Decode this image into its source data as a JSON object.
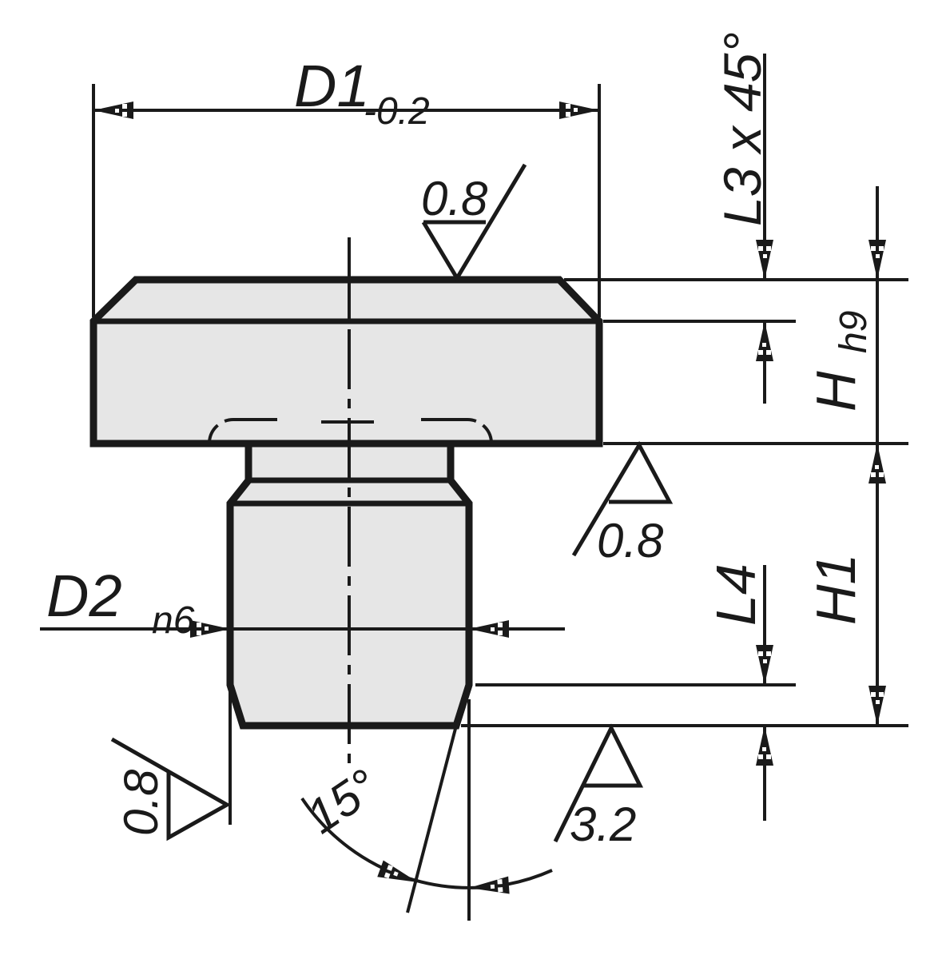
{
  "drawing": {
    "colors": {
      "line": "#1a1a1a",
      "part_fill": "#e6e6e6",
      "background": "#ffffff"
    },
    "dimensions": {
      "head_diameter": {
        "label": "D1",
        "tolerance": "-0.2"
      },
      "top_chamfer": {
        "label": "L3 x 45°"
      },
      "head_height": {
        "label": "H",
        "fit": "h9"
      },
      "shank_length": {
        "label": "H1"
      },
      "bottom_chamfer": {
        "label": "L4"
      },
      "shank_diameter": {
        "label": "D2",
        "fit": "n6"
      },
      "chamfer_angle": {
        "label": "15°"
      }
    },
    "surface_finish": {
      "top_face": "0.8",
      "under_head": "0.8",
      "shank_side": "0.8",
      "bottom_face": "3.2"
    }
  }
}
